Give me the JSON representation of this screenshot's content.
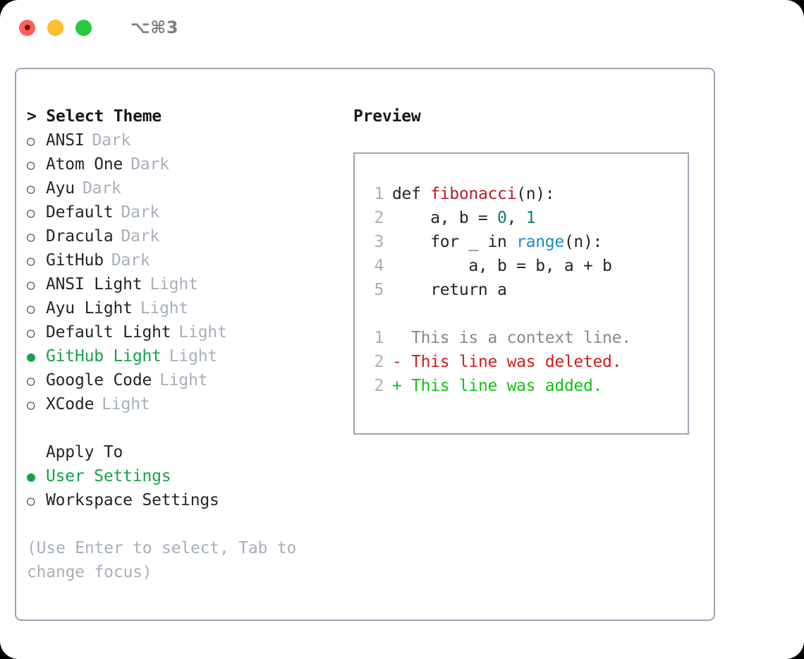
{
  "window": {
    "shortcut": "⌥⌘3",
    "traffic_lights": [
      {
        "name": "close",
        "color": "#ff5f57"
      },
      {
        "name": "minimize",
        "color": "#febc2e"
      },
      {
        "name": "maximize",
        "color": "#28c840"
      }
    ]
  },
  "colors": {
    "accent_green": "#16a24a",
    "muted": "#a7b0bb",
    "text": "#22262b",
    "border": "#9aa5b4",
    "diff_add": "#12c412",
    "diff_del": "#cc1f1f",
    "syntax_function": "#b31d28",
    "syntax_number": "#0f7d77",
    "syntax_call": "#1a8cc8"
  },
  "left": {
    "section_title": "> Select Theme",
    "bullet_unselected": "○",
    "bullet_selected": "●",
    "themes": [
      {
        "name": "ANSI",
        "tag": "Dark",
        "selected": false
      },
      {
        "name": "Atom One",
        "tag": "Dark",
        "selected": false
      },
      {
        "name": "Ayu",
        "tag": "Dark",
        "selected": false
      },
      {
        "name": "Default",
        "tag": "Dark",
        "selected": false
      },
      {
        "name": "Dracula",
        "tag": "Dark",
        "selected": false
      },
      {
        "name": "GitHub",
        "tag": "Dark",
        "selected": false
      },
      {
        "name": "ANSI Light",
        "tag": "Light",
        "selected": false
      },
      {
        "name": "Ayu Light",
        "tag": "Light",
        "selected": false
      },
      {
        "name": "Default Light",
        "tag": "Light",
        "selected": false
      },
      {
        "name": "GitHub Light",
        "tag": "Light",
        "selected": true
      },
      {
        "name": "Google Code",
        "tag": "Light",
        "selected": false
      },
      {
        "name": "XCode",
        "tag": "Light",
        "selected": false
      }
    ],
    "apply_to_header": "Apply To",
    "apply_to": [
      {
        "name": "User Settings",
        "selected": true
      },
      {
        "name": "Workspace Settings",
        "selected": false
      }
    ],
    "hint": "(Use Enter to select, Tab to change focus)"
  },
  "right": {
    "preview_title": "Preview",
    "code_lines": [
      {
        "num": "1",
        "tokens": [
          {
            "t": "def ",
            "c": "plain"
          },
          {
            "t": "fibonacci",
            "c": "fn"
          },
          {
            "t": "(n):",
            "c": "plain"
          }
        ]
      },
      {
        "num": "2",
        "tokens": [
          {
            "t": "    a, b = ",
            "c": "plain"
          },
          {
            "t": "0",
            "c": "num"
          },
          {
            "t": ", ",
            "c": "plain"
          },
          {
            "t": "1",
            "c": "num"
          }
        ]
      },
      {
        "num": "3",
        "tokens": [
          {
            "t": "    for _ in ",
            "c": "plain"
          },
          {
            "t": "range",
            "c": "call"
          },
          {
            "t": "(n):",
            "c": "plain"
          }
        ]
      },
      {
        "num": "4",
        "tokens": [
          {
            "t": "        a, b = b, a + b",
            "c": "plain"
          }
        ]
      },
      {
        "num": "5",
        "tokens": [
          {
            "t": "    return a",
            "c": "plain"
          }
        ]
      }
    ],
    "diff_lines": [
      {
        "num": "1",
        "marker": " ",
        "text": " This is a context line.",
        "kind": "context"
      },
      {
        "num": "2",
        "marker": "-",
        "text": " This line was deleted.",
        "kind": "del"
      },
      {
        "num": "2",
        "marker": "+",
        "text": " This line was added.",
        "kind": "add"
      }
    ]
  }
}
